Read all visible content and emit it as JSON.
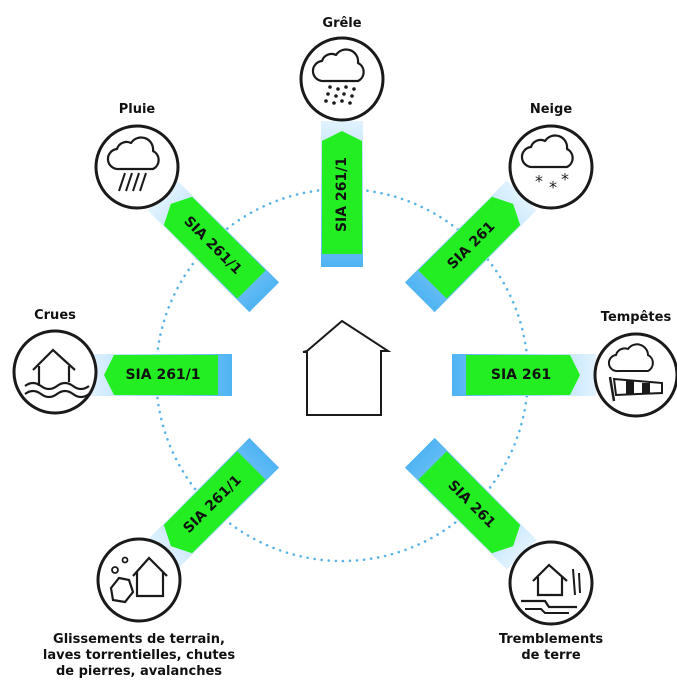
{
  "center": {
    "icon": "house-icon"
  },
  "colors": {
    "green": "#22ee22",
    "blue_light": "#e2f3ff",
    "blue_dark": "#4fb3f3",
    "dots": "#5ab4e6",
    "stroke": "#1a1a1a"
  },
  "hazards": [
    {
      "key": "grele",
      "label": "Grêle",
      "norm": "SIA 261/1",
      "icon": "hail-cloud-icon"
    },
    {
      "key": "neige",
      "label": "Neige",
      "norm": "SIA 261",
      "icon": "snow-cloud-icon"
    },
    {
      "key": "tempetes",
      "label": "Tempêtes",
      "norm": "SIA 261",
      "icon": "windsock-storm-icon"
    },
    {
      "key": "tremblements",
      "label": "Tremblements\nde terre",
      "norm": "SIA 261",
      "icon": "earthquake-house-icon"
    },
    {
      "key": "glissements",
      "label": "Glissements de terrain,\nlaves torrentielles, chutes\nde pierres, avalanches",
      "norm": "SIA 261/1",
      "icon": "rockfall-house-icon"
    },
    {
      "key": "crues",
      "label": "Crues",
      "norm": "SIA 261/1",
      "icon": "flood-house-icon"
    },
    {
      "key": "pluie",
      "label": "Pluie",
      "norm": "SIA 261/1",
      "icon": "rain-cloud-icon"
    }
  ]
}
